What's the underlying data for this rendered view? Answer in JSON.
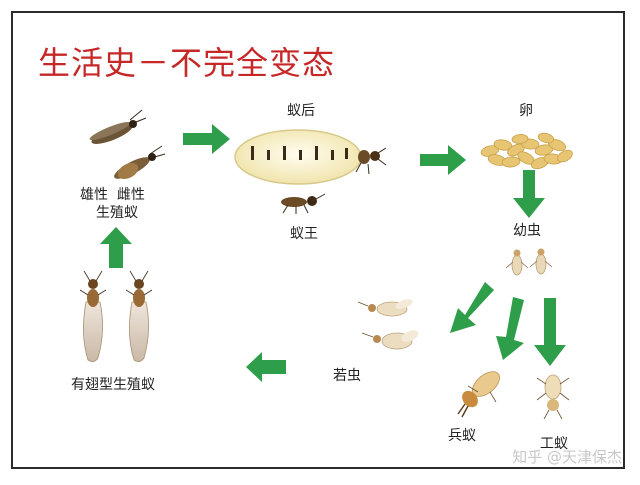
{
  "title": "生活史－不完全变态",
  "labels": {
    "queen": "蚁后",
    "king": "蚁王",
    "eggs": "卵",
    "larvae": "幼虫",
    "alates_female_male_line1": "雄性  雌性",
    "alates_female_male_line2": "生殖蚁",
    "winged_reproductive": "有翅型生殖蚁",
    "nymph": "若虫",
    "soldier": "兵蚁",
    "worker": "工蚁"
  },
  "watermark": "知乎 @天津保杰",
  "colors": {
    "title": "#c62828",
    "arrow": "#2e9e4a",
    "frame": "#2b2b2b"
  }
}
